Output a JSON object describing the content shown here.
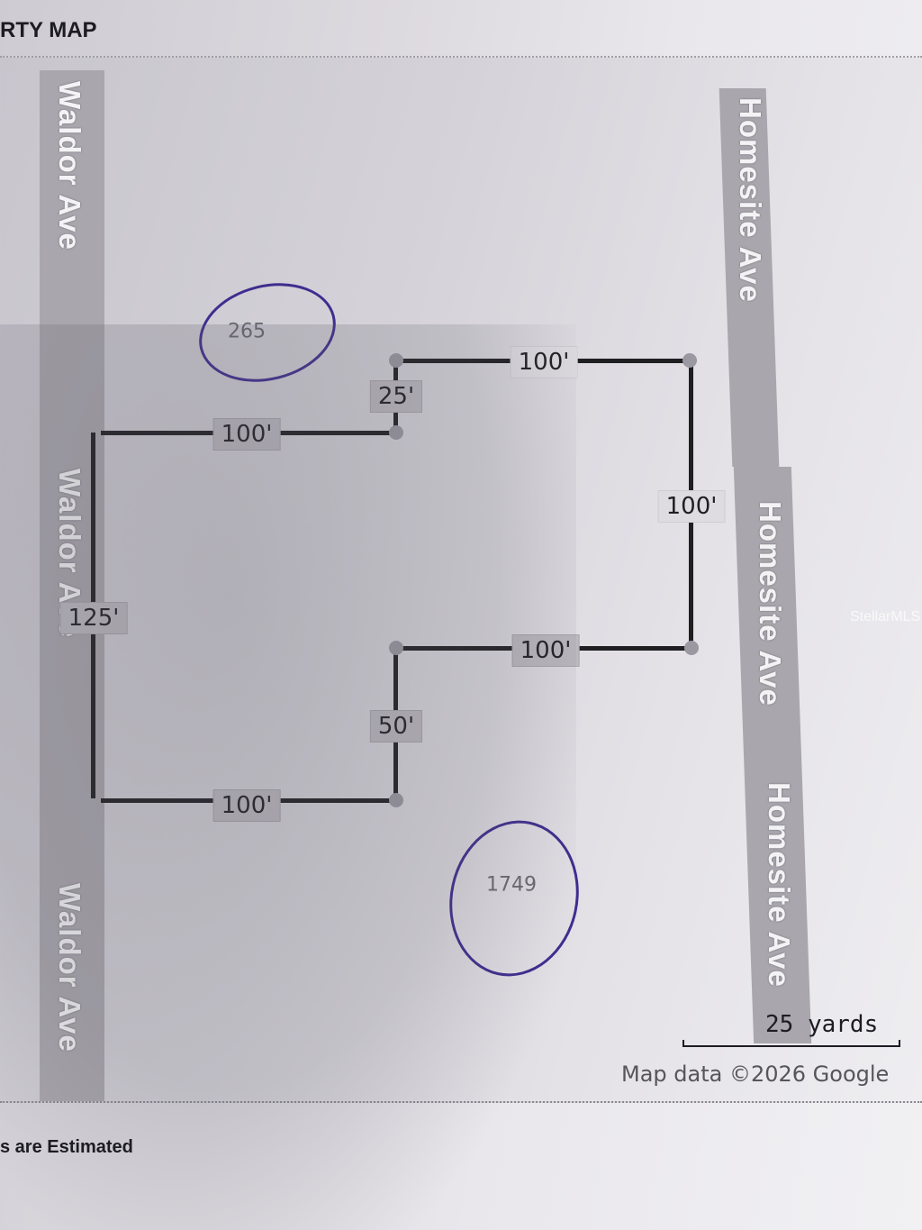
{
  "header": {
    "title": "RTY MAP"
  },
  "streets": {
    "west": [
      "Waldor Ave",
      "Waldor Ave",
      "Waldor Ave"
    ],
    "east": [
      "Homesite Ave",
      "Homesite Ave",
      "Homesite Ave"
    ]
  },
  "dimensions": {
    "north_west": "100'",
    "jog_north": "25'",
    "north_east": "100'",
    "east": "100'",
    "middle": "100'",
    "jog_south": "50'",
    "south": "100'",
    "west": "125'"
  },
  "house_numbers": [
    "265",
    "1749"
  ],
  "scale": {
    "label": "25 yards"
  },
  "attribution": "Map data ©2026 Google",
  "watermark": "StellarMLS",
  "footer": "s are Estimated",
  "colors": {
    "pen_circle": "#3f2d8f",
    "boundary": "#1f1f22"
  }
}
